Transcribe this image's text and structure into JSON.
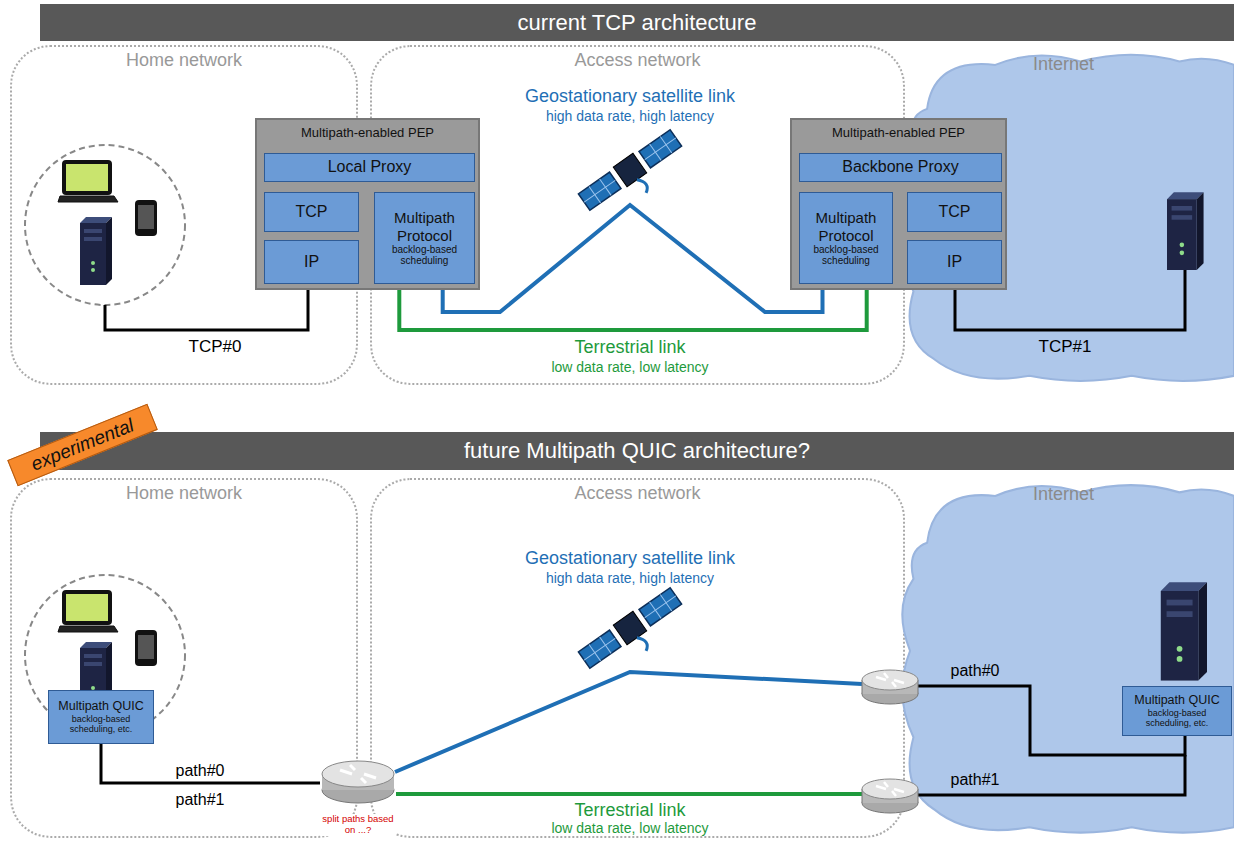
{
  "diagram": {
    "nodes": [
      {
        "text": [
          "current TCP architecture"
        ]
      },
      {
        "text": [
          "Home network"
        ]
      },
      {
        "text": [
          "Access network"
        ]
      },
      {
        "text": [
          "Internet"
        ]
      },
      {
        "text": [
          "Multipath-enabled PEP"
        ]
      },
      {
        "text": [
          "Local Proxy"
        ],
        "in": 4
      },
      {
        "text": [
          "TCP"
        ],
        "in": 4
      },
      {
        "text": [
          "IP"
        ],
        "in": 4
      },
      {
        "text": [
          "Multipath Protocol",
          "backlog-based scheduling"
        ],
        "in": 4
      },
      {
        "text": [
          "Multipath-enabled PEP"
        ]
      },
      {
        "text": [
          "Backbone Proxy"
        ],
        "in": 9
      },
      {
        "text": [
          "Multipath Protocol",
          "backlog-based scheduling"
        ],
        "in": 9
      },
      {
        "text": [
          "TCP"
        ],
        "in": 9
      },
      {
        "text": [
          "IP"
        ],
        "in": 9
      },
      {
        "text": [
          "future Multipath QUIC architecture?"
        ]
      },
      {
        "text": [
          "Home network"
        ]
      },
      {
        "text": [
          "Access network"
        ]
      },
      {
        "text": [
          "Internet"
        ]
      },
      {
        "text": [
          "Multipath QUIC",
          "backlog-based scheduling, etc."
        ],
        "in": 15
      },
      {
        "text": [
          "split paths based on ...?"
        ]
      },
      {
        "text": [
          "Multipath QUIC",
          "backlog-based scheduling, etc."
        ],
        "in": 17
      }
    ],
    "edges": [
      {
        "from": 8,
        "to": 11,
        "arrow": "none"
      },
      {
        "from": 8,
        "to": 11,
        "arrow": "none"
      },
      {
        "from": 18,
        "to": 19,
        "arrow": "none"
      }
    ],
    "labels": [
      "Geostationary satellite link",
      "high data rate, high latency",
      "Terrestrial link",
      "low data rate, low latency",
      "TCP#0",
      "TCP#1",
      "experimental",
      "Geostationary satellite link",
      "high data rate, high latency",
      "Terrestrial link",
      "low data rate, low latency",
      "path#0",
      "path#1",
      "path#0",
      "path#1"
    ]
  }
}
